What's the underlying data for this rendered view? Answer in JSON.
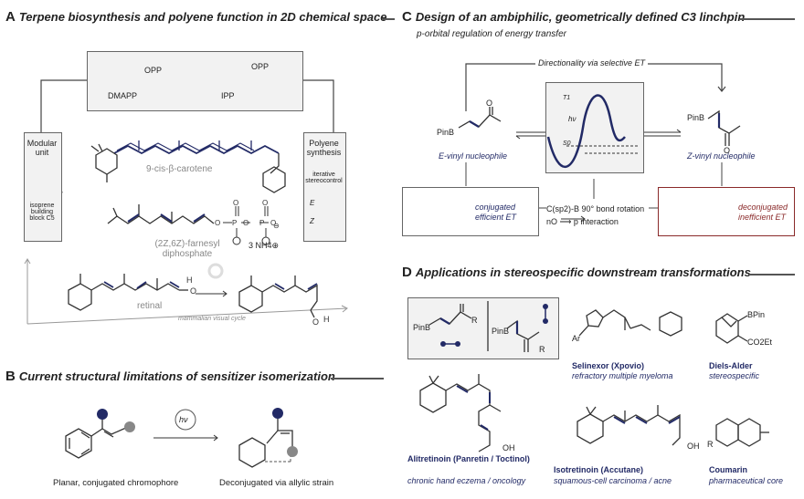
{
  "panelA": {
    "title_letter": "A",
    "title": "Terpene biosynthesis and polyene function in 2D chemical space",
    "dmapp": "DMAPP",
    "ipp": "IPP",
    "opp1": "OPP",
    "opp2": "OPP",
    "modular_title": "Modular unit",
    "modular_caption": "isoprene building block C5",
    "polyene_title": "Polyene synthesis",
    "polyene_caption": "iterative stereocontrol",
    "e_label": "E",
    "z_label": "Z",
    "carotene": "9-cis-β-carotene",
    "farnesyl": "(2Z,6Z)-farnesyl diphosphate",
    "ammonium": "3 NH4⊕",
    "retinal": "retinal",
    "visual_cycle": "mammalian visual cycle"
  },
  "panelB": {
    "title_letter": "B",
    "title": "Current structural limitations of sensitizer isomerization",
    "hv": "hν",
    "left_caption": "Planar, conjugated chromophore",
    "right_caption": "Deconjugated via allylic strain"
  },
  "panelC": {
    "title_letter": "C",
    "title": "Design of an ambiphilic, geometrically defined C3 linchpin",
    "subtitle": "p-orbital regulation of energy transfer",
    "directionality": "Directionality via selective ET",
    "pinb_left": "PinB",
    "pinb_right": "PinB",
    "o_left": "O",
    "o_right": "O",
    "e_vinyl": "E-vinyl nucleophile",
    "z_vinyl": "Z-vinyl nucleophile",
    "t1": "T1",
    "s0": "S0",
    "hv": "hν",
    "conjugated": "conjugated efficient ET",
    "deconjugated": "deconjugated inefficient ET",
    "bond_rotation": "C(sp2)-B 90° bond rotation",
    "n_to_p": "nO ⟶ p interaction"
  },
  "panelD": {
    "title_letter": "D",
    "title": "Applications in stereospecific downstream transformations",
    "selinexor_name": "Selinexor (Xpovio)",
    "selinexor_use": "refractory multiple myeloma",
    "diels_alder_name": "Diels-Alder",
    "diels_alder_use": "stereospecific",
    "alitretinoin_name": "Alitretinoin (Panretin / Toctinol)",
    "alitretinoin_use": "chronic hand eczema / oncology",
    "isotretinoin_name": "Isotretinoin (Accutane)",
    "isotretinoin_use": "squamous-cell carcinoma / acne",
    "coumarin_name": "Coumarin",
    "coumarin_use": "pharmaceutical core",
    "bpin": "BPin",
    "co2et": "CO2Et",
    "oh1": "OH",
    "oh2": "OH",
    "r_coumarin": "R",
    "ar": "Ar",
    "pinb_box1": "PinB",
    "pinb_box2": "PinB",
    "r1": "R",
    "r2": "R"
  },
  "colors": {
    "navy": "#222a66",
    "gray_node": "#888888",
    "dark_red": "#8a2a2a",
    "box_fill": "#f2f2f2"
  }
}
